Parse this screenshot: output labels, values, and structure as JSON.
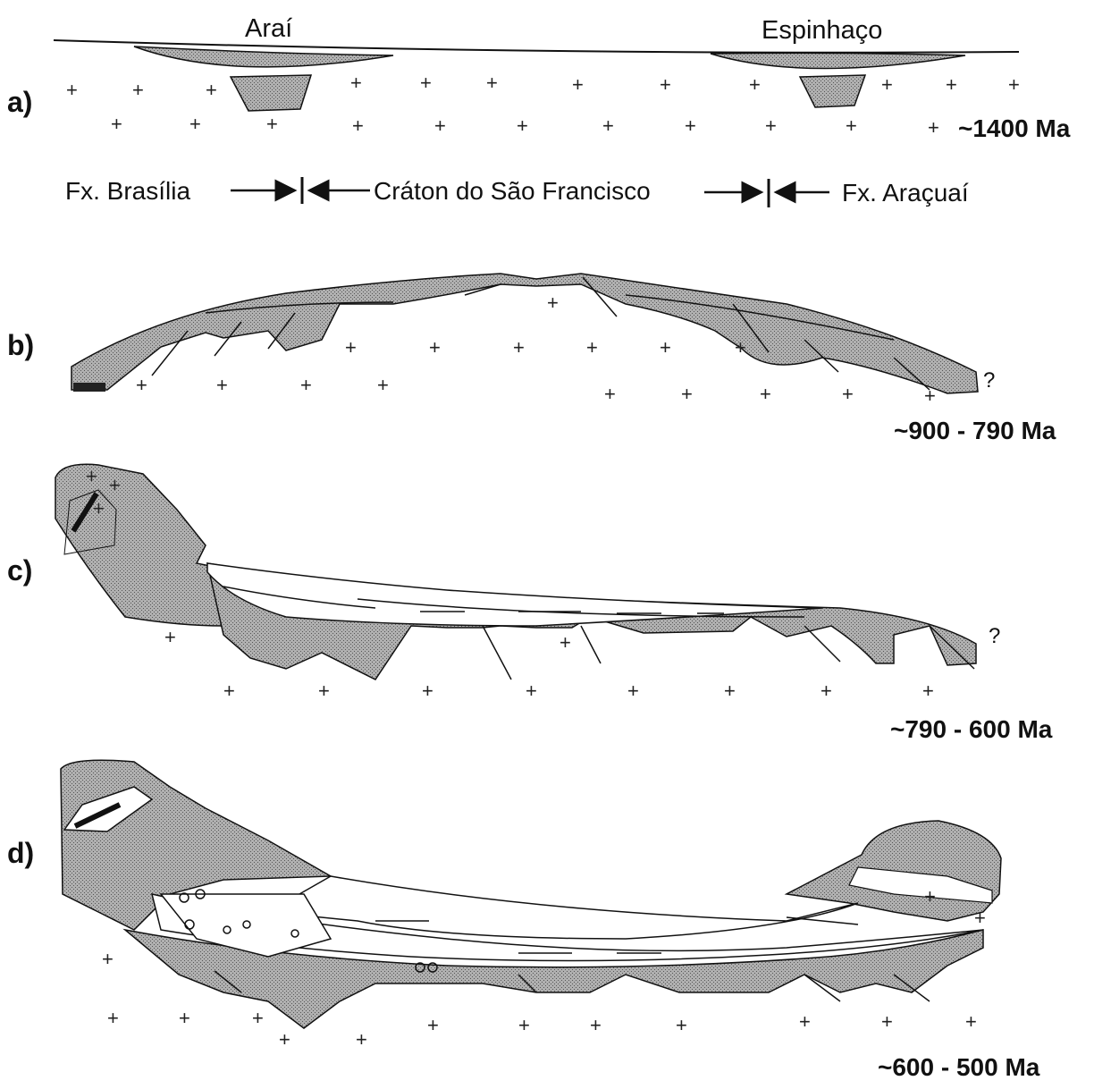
{
  "basins": {
    "left": "Araí",
    "right": "Espinhaço"
  },
  "domains": {
    "left": "Fx. Brasília",
    "center": "Cráton do São Francisco",
    "right": "Fx. Araçuaí"
  },
  "panels": [
    {
      "letter": "a)",
      "age": "~1400 Ma"
    },
    {
      "letter": "b)",
      "age": "~900 - 790 Ma"
    },
    {
      "letter": "c)",
      "age": "~790 - 600 Ma"
    },
    {
      "letter": "d)",
      "age": "~600 - 500 Ma"
    }
  ],
  "unknown_marker": "?",
  "colors": {
    "stipple_fill": "#9a9a9a",
    "basement_mark": "#222222",
    "line": "#111111"
  }
}
